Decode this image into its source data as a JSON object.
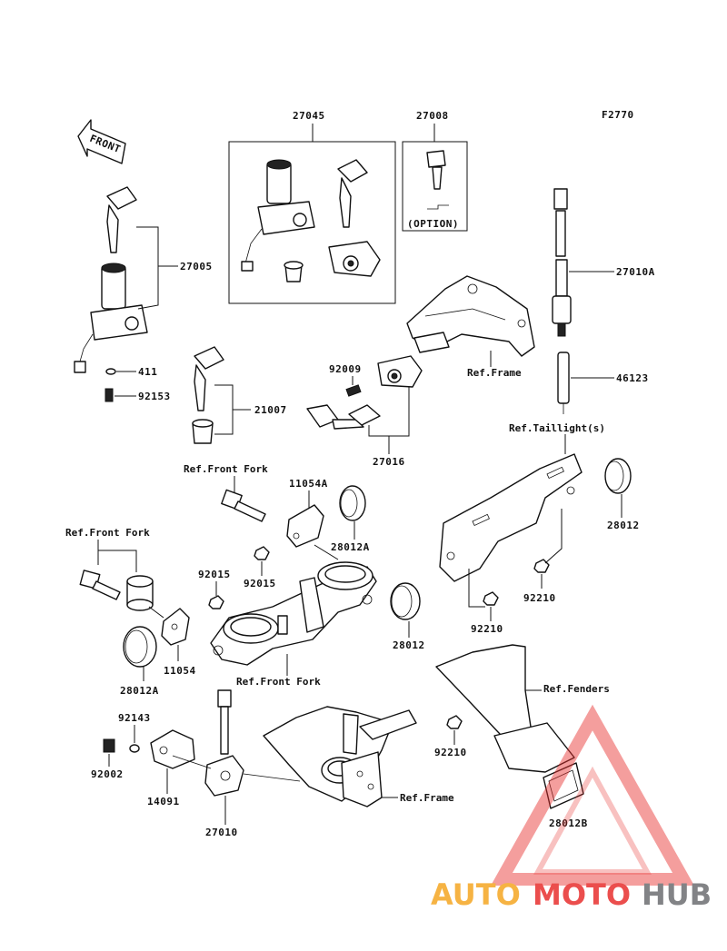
{
  "figure_code": "F2770",
  "front_label": "FRONT",
  "parts": {
    "p27045": "27045",
    "p27008": "27008",
    "option": "(OPTION)",
    "p27005": "27005",
    "p411": "411",
    "p92153": "92153",
    "p21007": "21007",
    "p92009": "92009",
    "p27016": "27016",
    "p27010A": "27010A",
    "p46123": "46123",
    "p11054A": "11054A",
    "p28012A_top": "28012A",
    "p92015_a": "92015",
    "p92015_b": "92015",
    "p28012_right": "28012",
    "p92210_a": "92210",
    "p92210_b": "92210",
    "p28012_mid": "28012",
    "p11054": "11054",
    "p28012A_left": "28012A",
    "p92143": "92143",
    "p92002": "92002",
    "p14091": "14091",
    "p27010": "27010",
    "p92210_c": "92210",
    "p28012B": "28012B"
  },
  "refs": {
    "frame_top": "Ref.Frame",
    "taillight": "Ref.Taillight(s)",
    "front_fork_top": "Ref.Front Fork",
    "front_fork_left": "Ref.Front Fork",
    "front_fork_bottom": "Ref.Front Fork",
    "fenders": "Ref.Fenders",
    "frame_bottom": "Ref.Frame"
  },
  "watermark": {
    "part1": "AUTO",
    "part2": "MOTO",
    "part3": "HUB",
    "color_orange": "#f5a623",
    "color_red": "#e8302e",
    "color_gray": "#6d6e71"
  }
}
